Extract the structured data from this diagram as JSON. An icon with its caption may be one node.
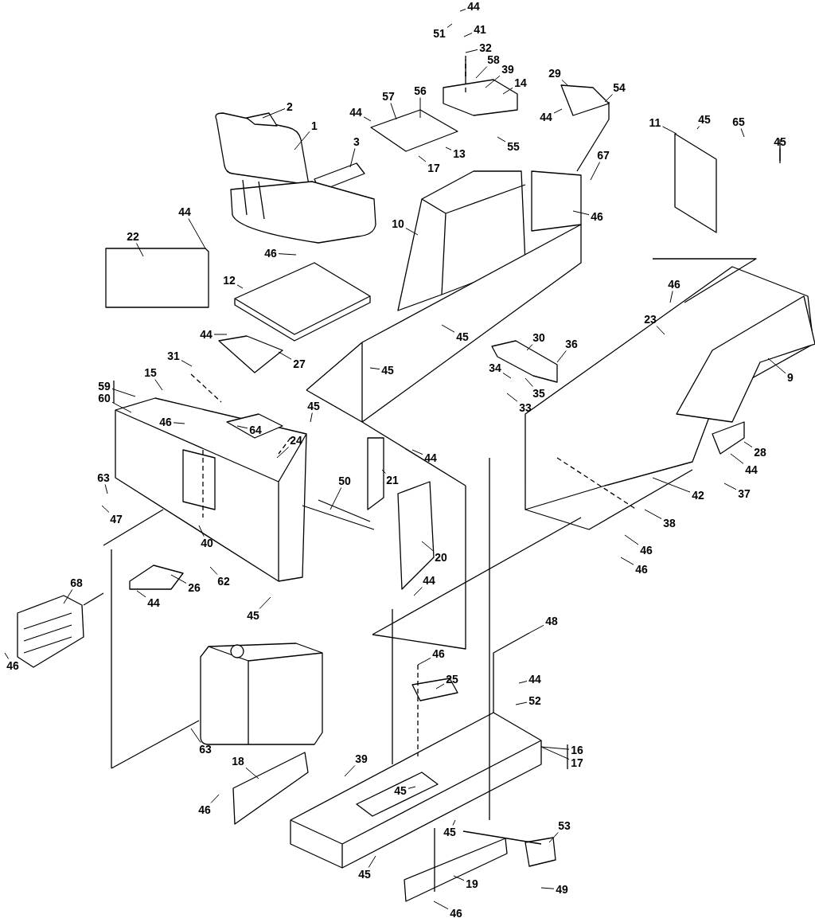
{
  "diagram": {
    "nodes": [
      {
        "text": [
          "1"
        ]
      },
      {
        "text": [
          "2"
        ]
      },
      {
        "text": [
          "3"
        ]
      },
      {
        "text": [
          "44"
        ]
      },
      {
        "text": [
          "51"
        ]
      },
      {
        "text": [
          "41"
        ]
      },
      {
        "text": [
          "32"
        ]
      },
      {
        "text": [
          "58"
        ]
      },
      {
        "text": [
          "39"
        ]
      },
      {
        "text": [
          "14"
        ]
      },
      {
        "text": [
          "57"
        ]
      },
      {
        "text": [
          "56"
        ]
      },
      {
        "text": [
          "44"
        ]
      },
      {
        "text": [
          "13"
        ]
      },
      {
        "text": [
          "17"
        ]
      },
      {
        "text": [
          "55"
        ]
      },
      {
        "text": [
          "29"
        ]
      },
      {
        "text": [
          "54"
        ]
      },
      {
        "text": [
          "44"
        ]
      },
      {
        "text": [
          "11"
        ]
      },
      {
        "text": [
          "45"
        ]
      },
      {
        "text": [
          "65"
        ]
      },
      {
        "text": [
          "45"
        ]
      },
      {
        "text": [
          "67"
        ]
      },
      {
        "text": [
          "46"
        ]
      },
      {
        "text": [
          "10"
        ]
      },
      {
        "text": [
          "22"
        ]
      },
      {
        "text": [
          "44"
        ]
      },
      {
        "text": [
          "46"
        ]
      },
      {
        "text": [
          "12"
        ]
      },
      {
        "text": [
          "45"
        ]
      },
      {
        "text": [
          "45"
        ]
      },
      {
        "text": [
          "44"
        ]
      },
      {
        "text": [
          "27"
        ]
      },
      {
        "text": [
          "31"
        ]
      },
      {
        "text": [
          "15"
        ]
      },
      {
        "text": [
          "59"
        ]
      },
      {
        "text": [
          "60"
        ]
      },
      {
        "text": [
          "46"
        ]
      },
      {
        "text": [
          "45"
        ]
      },
      {
        "text": [
          "64"
        ]
      },
      {
        "text": [
          "24"
        ]
      },
      {
        "text": [
          "63"
        ]
      },
      {
        "text": [
          "47"
        ]
      },
      {
        "text": [
          "40"
        ]
      },
      {
        "text": [
          "62"
        ]
      },
      {
        "text": [
          "26"
        ]
      },
      {
        "text": [
          "44"
        ]
      },
      {
        "text": [
          "45"
        ]
      },
      {
        "text": [
          "68"
        ]
      },
      {
        "text": [
          "46"
        ]
      },
      {
        "text": [
          "50"
        ]
      },
      {
        "text": [
          "21"
        ]
      },
      {
        "text": [
          "44"
        ]
      },
      {
        "text": [
          "20"
        ]
      },
      {
        "text": [
          "44"
        ]
      },
      {
        "text": [
          "46"
        ]
      },
      {
        "text": [
          "23"
        ]
      },
      {
        "text": [
          "9"
        ]
      },
      {
        "text": [
          "30"
        ]
      },
      {
        "text": [
          "36"
        ]
      },
      {
        "text": [
          "34"
        ]
      },
      {
        "text": [
          "35"
        ]
      },
      {
        "text": [
          "33"
        ]
      },
      {
        "text": [
          "28"
        ]
      },
      {
        "text": [
          "44"
        ]
      },
      {
        "text": [
          "37"
        ]
      },
      {
        "text": [
          "42"
        ]
      },
      {
        "text": [
          "38"
        ]
      },
      {
        "text": [
          "46"
        ]
      },
      {
        "text": [
          "46"
        ]
      },
      {
        "text": [
          "48"
        ]
      },
      {
        "text": [
          "44"
        ]
      },
      {
        "text": [
          "52"
        ]
      },
      {
        "text": [
          "16"
        ]
      },
      {
        "text": [
          "17"
        ]
      },
      {
        "text": [
          "46"
        ]
      },
      {
        "text": [
          "25"
        ]
      },
      {
        "text": [
          "63"
        ]
      },
      {
        "text": [
          "18"
        ]
      },
      {
        "text": [
          "39"
        ]
      },
      {
        "text": [
          "45"
        ]
      },
      {
        "text": [
          "46"
        ]
      },
      {
        "text": [
          "45"
        ]
      },
      {
        "text": [
          "45"
        ]
      },
      {
        "text": [
          "19"
        ]
      },
      {
        "text": [
          "46"
        ]
      },
      {
        "text": [
          "53"
        ]
      },
      {
        "text": [
          "49"
        ]
      }
    ],
    "edges": [
      {
        "from": 0,
        "to": null,
        "arrow": "none"
      },
      {
        "from": 1,
        "to": null,
        "arrow": "none"
      },
      {
        "from": 2,
        "to": null,
        "arrow": "none"
      },
      {
        "from": 3,
        "to": null,
        "arrow": "none"
      },
      {
        "from": 4,
        "to": null,
        "arrow": "none"
      },
      {
        "from": 5,
        "to": null,
        "arrow": "none"
      },
      {
        "from": 6,
        "to": null,
        "arrow": "none"
      },
      {
        "from": 7,
        "to": null,
        "arrow": "none"
      },
      {
        "from": 8,
        "to": null,
        "arrow": "none"
      },
      {
        "from": 9,
        "to": null,
        "arrow": "none"
      },
      {
        "from": 10,
        "to": null,
        "arrow": "none"
      },
      {
        "from": 11,
        "to": null,
        "arrow": "none"
      },
      {
        "from": 12,
        "to": null,
        "arrow": "none"
      },
      {
        "from": 13,
        "to": null,
        "arrow": "none"
      },
      {
        "from": 14,
        "to": null,
        "arrow": "none"
      },
      {
        "from": 15,
        "to": null,
        "arrow": "none"
      },
      {
        "from": 16,
        "to": null,
        "arrow": "none"
      },
      {
        "from": 17,
        "to": null,
        "arrow": "none"
      },
      {
        "from": 18,
        "to": null,
        "arrow": "none"
      },
      {
        "from": 19,
        "to": null,
        "arrow": "none"
      },
      {
        "from": 20,
        "to": null,
        "arrow": "none"
      },
      {
        "from": 21,
        "to": null,
        "arrow": "none"
      },
      {
        "from": 22,
        "to": null,
        "arrow": "none"
      },
      {
        "from": 23,
        "to": null,
        "arrow": "none"
      },
      {
        "from": 24,
        "to": null,
        "arrow": "none"
      },
      {
        "from": 25,
        "to": null,
        "arrow": "none"
      },
      {
        "from": 26,
        "to": null,
        "arrow": "none"
      },
      {
        "from": 27,
        "to": null,
        "arrow": "none"
      },
      {
        "from": 28,
        "to": null,
        "arrow": "none"
      },
      {
        "from": 29,
        "to": null,
        "arrow": "none"
      },
      {
        "from": 30,
        "to": null,
        "arrow": "none"
      },
      {
        "from": 31,
        "to": null,
        "arrow": "none"
      },
      {
        "from": 32,
        "to": null,
        "arrow": "none"
      },
      {
        "from": 33,
        "to": null,
        "arrow": "none"
      },
      {
        "from": 34,
        "to": null,
        "arrow": "none"
      },
      {
        "from": 35,
        "to": null,
        "arrow": "none"
      },
      {
        "from": 36,
        "to": null,
        "arrow": "none"
      },
      {
        "from": 37,
        "to": null,
        "arrow": "none"
      },
      {
        "from": 38,
        "to": null,
        "arrow": "none"
      },
      {
        "from": 39,
        "to": null,
        "arrow": "none"
      },
      {
        "from": 40,
        "to": null,
        "arrow": "none"
      },
      {
        "from": 41,
        "to": null,
        "arrow": "none"
      },
      {
        "from": 42,
        "to": null,
        "arrow": "none"
      },
      {
        "from": 43,
        "to": null,
        "arrow": "none"
      },
      {
        "from": 44,
        "to": null,
        "arrow": "none"
      },
      {
        "from": 45,
        "to": null,
        "arrow": "none"
      },
      {
        "from": 46,
        "to": null,
        "arrow": "none"
      },
      {
        "from": 47,
        "to": null,
        "arrow": "none"
      },
      {
        "from": 48,
        "to": null,
        "arrow": "none"
      },
      {
        "from": 49,
        "to": null,
        "arrow": "none"
      },
      {
        "from": 50,
        "to": null,
        "arrow": "none"
      },
      {
        "from": 51,
        "to": null,
        "arrow": "none"
      },
      {
        "from": 52,
        "to": null,
        "arrow": "none"
      },
      {
        "from": 53,
        "to": null,
        "arrow": "none"
      },
      {
        "from": 54,
        "to": null,
        "arrow": "none"
      },
      {
        "from": 55,
        "to": null,
        "arrow": "none"
      },
      {
        "from": 56,
        "to": null,
        "arrow": "none"
      },
      {
        "from": 57,
        "to": null,
        "arrow": "none"
      },
      {
        "from": 58,
        "to": null,
        "arrow": "none"
      },
      {
        "from": 59,
        "to": null,
        "arrow": "none"
      },
      {
        "from": 60,
        "to": null,
        "arrow": "none"
      },
      {
        "from": 61,
        "to": null,
        "arrow": "none"
      },
      {
        "from": 62,
        "to": null,
        "arrow": "none"
      },
      {
        "from": 63,
        "to": null,
        "arrow": "none"
      },
      {
        "from": 64,
        "to": null,
        "arrow": "none"
      },
      {
        "from": 65,
        "to": null,
        "arrow": "none"
      },
      {
        "from": 66,
        "to": null,
        "arrow": "none"
      },
      {
        "from": 67,
        "to": null,
        "arrow": "none"
      },
      {
        "from": 68,
        "to": null,
        "arrow": "none"
      },
      {
        "from": 69,
        "to": null,
        "arrow": "none"
      },
      {
        "from": 70,
        "to": null,
        "arrow": "none"
      },
      {
        "from": 71,
        "to": null,
        "arrow": "none"
      },
      {
        "from": 72,
        "to": null,
        "arrow": "none"
      },
      {
        "from": 73,
        "to": null,
        "arrow": "none"
      },
      {
        "from": 74,
        "to": null,
        "arrow": "none"
      },
      {
        "from": 75,
        "to": null,
        "arrow": "none"
      },
      {
        "from": 76,
        "to": null,
        "arrow": "none"
      },
      {
        "from": 77,
        "to": null,
        "arrow": "none"
      },
      {
        "from": 78,
        "to": null,
        "arrow": "none"
      },
      {
        "from": 79,
        "to": null,
        "arrow": "none"
      },
      {
        "from": 80,
        "to": null,
        "arrow": "none"
      },
      {
        "from": 81,
        "to": null,
        "arrow": "none"
      },
      {
        "from": 82,
        "to": null,
        "arrow": "none"
      },
      {
        "from": 83,
        "to": null,
        "arrow": "none"
      },
      {
        "from": 84,
        "to": null,
        "arrow": "none"
      },
      {
        "from": 85,
        "to": null,
        "arrow": "none"
      },
      {
        "from": 86,
        "to": null,
        "arrow": "none"
      },
      {
        "from": 87,
        "to": null,
        "arrow": "none"
      },
      {
        "from": 88,
        "to": null,
        "arrow": "none"
      }
    ]
  }
}
